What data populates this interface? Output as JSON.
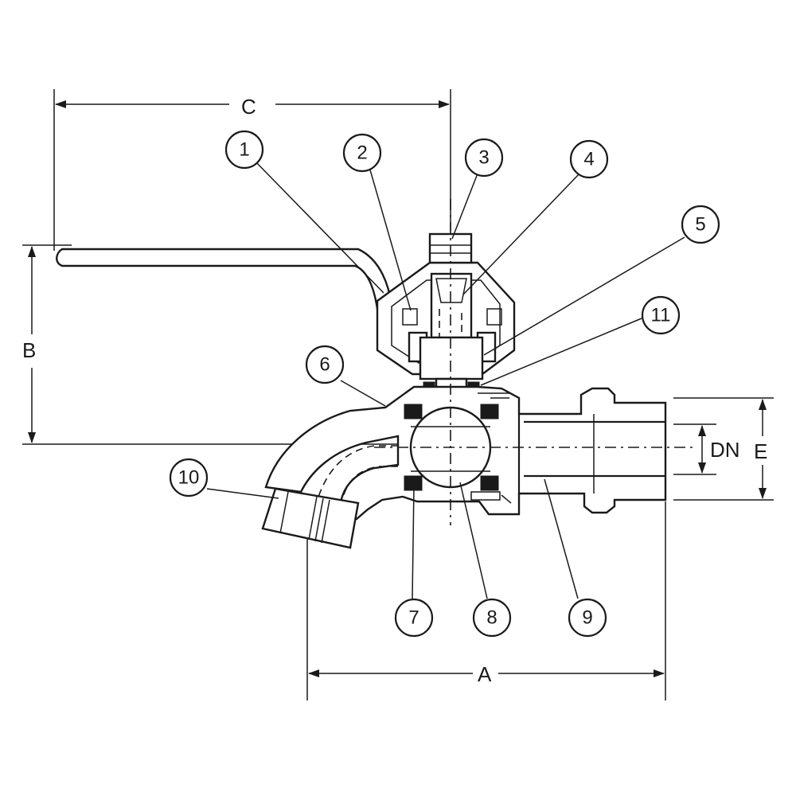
{
  "dimensions": {
    "a": "A",
    "b": "B",
    "c": "C",
    "dn": "DN",
    "e": "E"
  },
  "callouts": [
    "1",
    "2",
    "3",
    "4",
    "5",
    "6",
    "7",
    "8",
    "9",
    "10",
    "11"
  ]
}
